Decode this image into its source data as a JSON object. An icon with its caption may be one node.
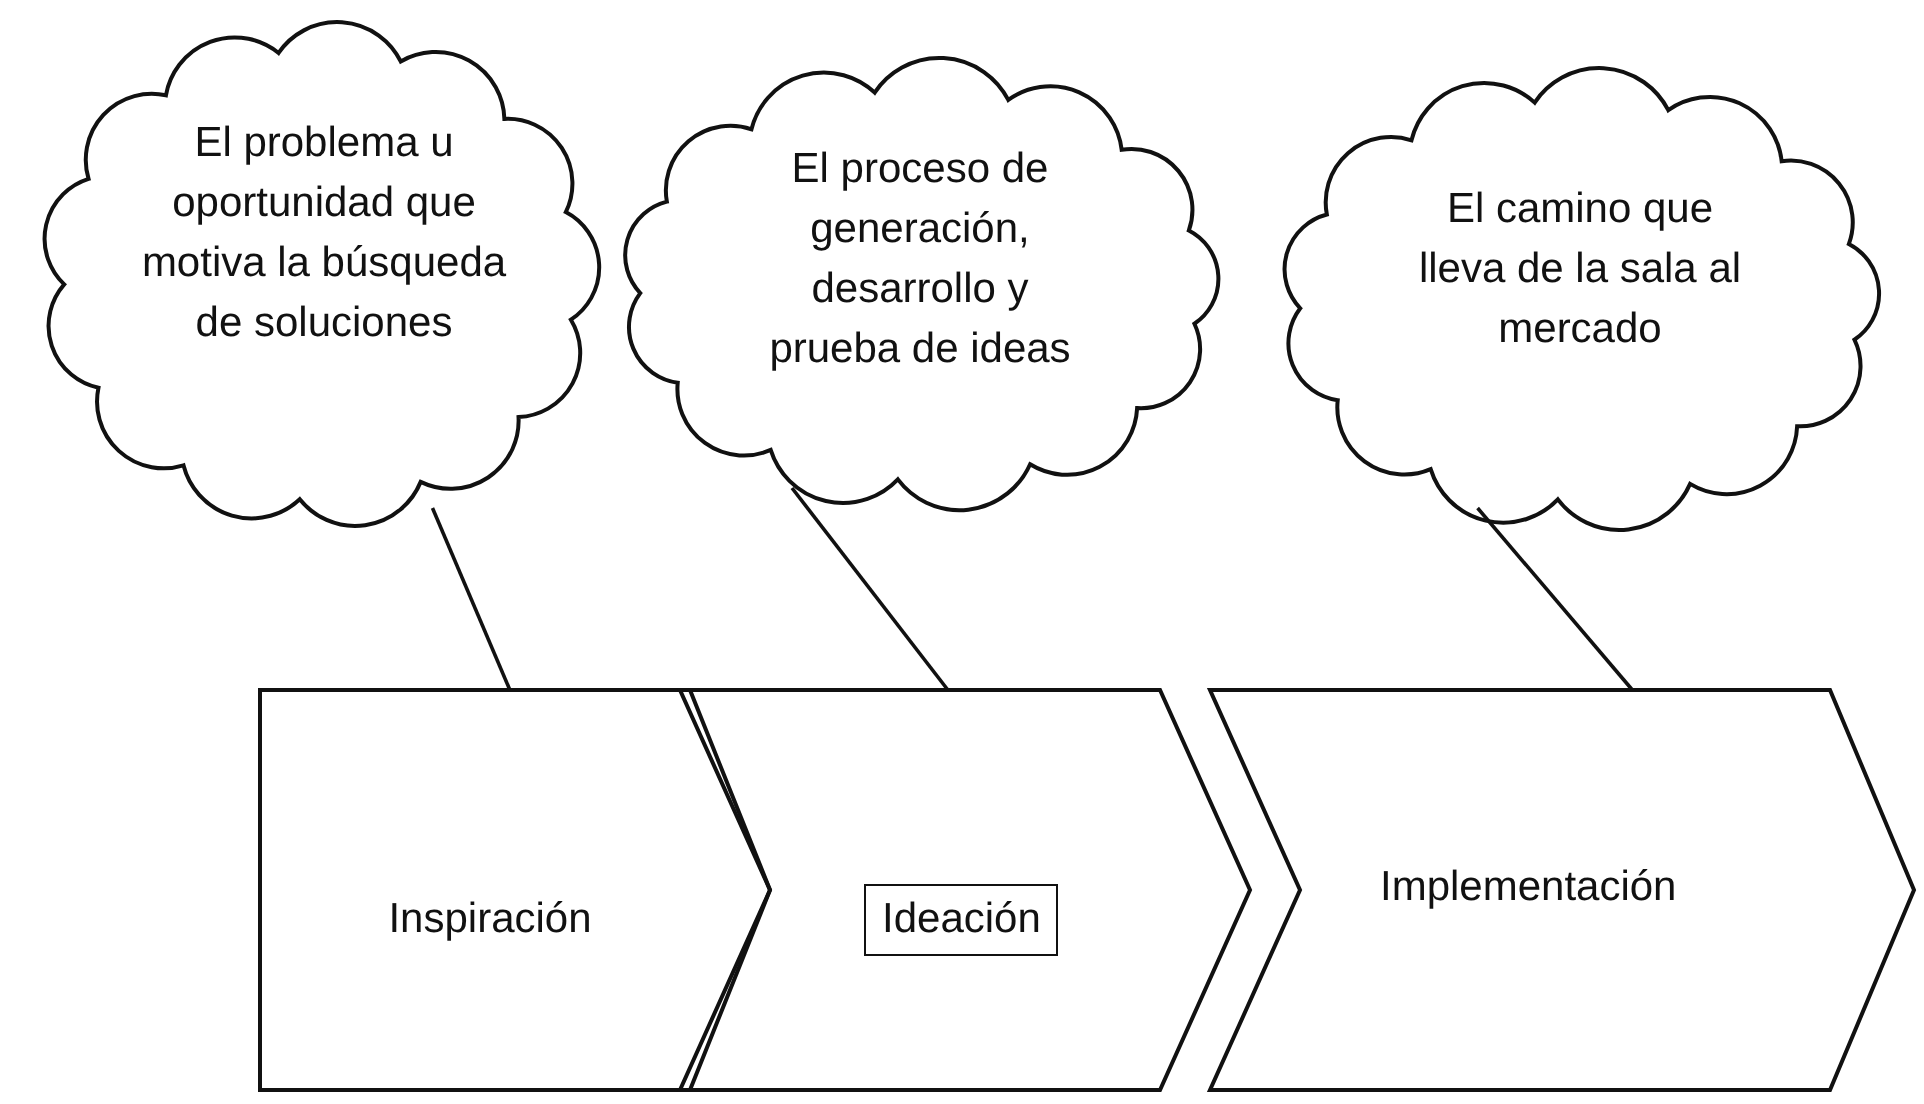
{
  "diagram": {
    "nodes": [
      {
        "text": [
          "El problema u oportunidad que motiva la búsqueda de soluciones"
        ]
      },
      {
        "text": [
          "El proceso de generación, desarrollo y prueba de ideas"
        ]
      },
      {
        "text": [
          "El camino que lleva de la sala al mercado"
        ]
      },
      {
        "text": [
          "Inspiración"
        ]
      },
      {
        "text": [
          "Ideación"
        ]
      },
      {
        "text": [
          "Implementación"
        ]
      }
    ],
    "edges": [
      {
        "from": 0,
        "to": 3,
        "arrow": "none"
      },
      {
        "from": 1,
        "to": 4,
        "arrow": "none"
      },
      {
        "from": 2,
        "to": 5,
        "arrow": "none"
      }
    ]
  }
}
